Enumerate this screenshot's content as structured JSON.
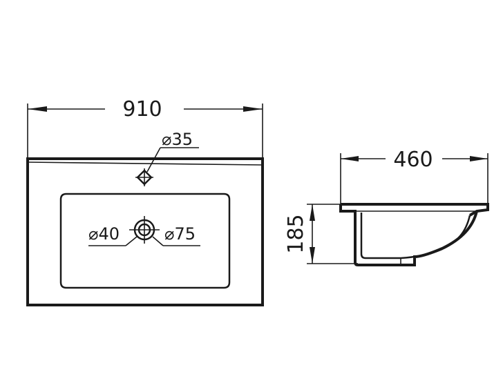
{
  "top_view": {
    "width_label": "910",
    "tap_hole_label": "⌀35",
    "waste_label": "⌀40",
    "overflow_label": "⌀75"
  },
  "side_view": {
    "depth_label": "460",
    "height_label": "185"
  },
  "colors": {
    "line": "#1a1a1a",
    "background": "#ffffff"
  }
}
